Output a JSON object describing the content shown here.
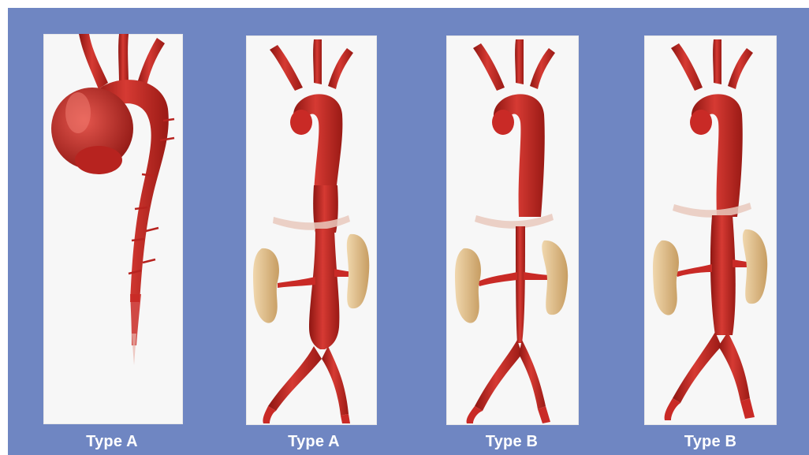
{
  "figure": {
    "panels": [
      {
        "label": "Type A",
        "variant": "ascending-aneurysm"
      },
      {
        "label": "Type A",
        "variant": "extensive-dissection"
      },
      {
        "label": "Type B",
        "variant": "descending-dissection"
      },
      {
        "label": "Type B",
        "variant": "descending-dissection-iliac"
      }
    ]
  },
  "colors": {
    "background": "#6f86c2",
    "panel": "#f7f7f7",
    "vessel": "#c92a26",
    "vessel_dark": "#8e1612",
    "vessel_light": "#e86a5e",
    "kidney": "#e2c08f",
    "diaphragm": "#e9c9bd",
    "caption": "#ffffff"
  }
}
